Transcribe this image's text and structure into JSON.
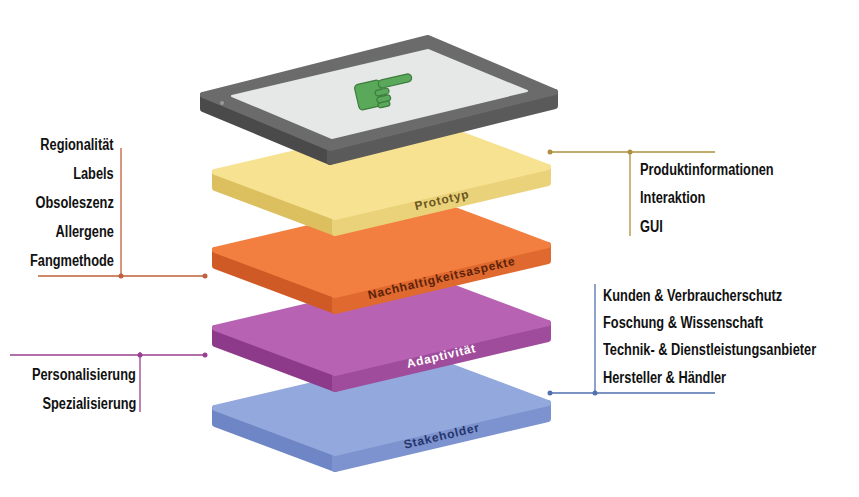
{
  "diagram": {
    "nodes": [
      {
        "text": [
          "Prototyp"
        ]
      },
      {
        "text": [
          "Nachhaltigkeitsaspekte"
        ]
      },
      {
        "text": [
          "Adaptivität"
        ]
      },
      {
        "text": [
          "Stakeholder"
        ]
      }
    ],
    "labels": [
      "Regionalität",
      "Labels",
      "Obsoleszenz",
      "Allergene",
      "Fangmethode",
      "Produktinformationen",
      "Interaktion",
      "GUI",
      "Kunden & Verbraucherschutz",
      "Foschung & Wissenschaft",
      "Technik- & Dienstleistungsanbieter",
      "Hersteller & Händler",
      "Personalisierung",
      "Spezialisierung"
    ]
  }
}
